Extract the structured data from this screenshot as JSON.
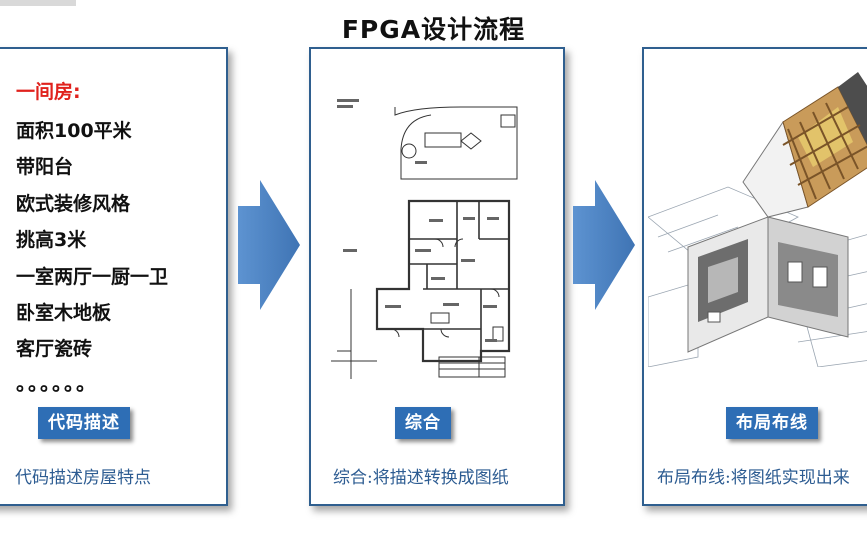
{
  "title": "FPGA设计流程",
  "panels": {
    "code": {
      "heading": "一间房:",
      "features": [
        "面积100平米",
        "带阳台",
        "欧式装修风格",
        "挑高3米",
        "一室两厅一厨一卫",
        "卧室木地板",
        "客厅瓷砖"
      ],
      "ellipsis": "。。。。。。",
      "label": "代码描述",
      "caption": "代码描述房屋特点"
    },
    "synthesis": {
      "label": "综合",
      "caption": "综合:将描述转换成图纸"
    },
    "layout": {
      "label": "布局布线",
      "caption": "布局布线:将图纸实现出来"
    }
  },
  "colors": {
    "panel_border": "#2f5f8f",
    "label_bg": "#2e6eb5",
    "arrow": "#4f86c6",
    "caption": "#2d5c92",
    "heading_red": "#e0221d"
  },
  "icons": {
    "arrow": "right-arrow-icon",
    "floorplan": "floor-plan-image",
    "house": "house-cutaway-image"
  }
}
